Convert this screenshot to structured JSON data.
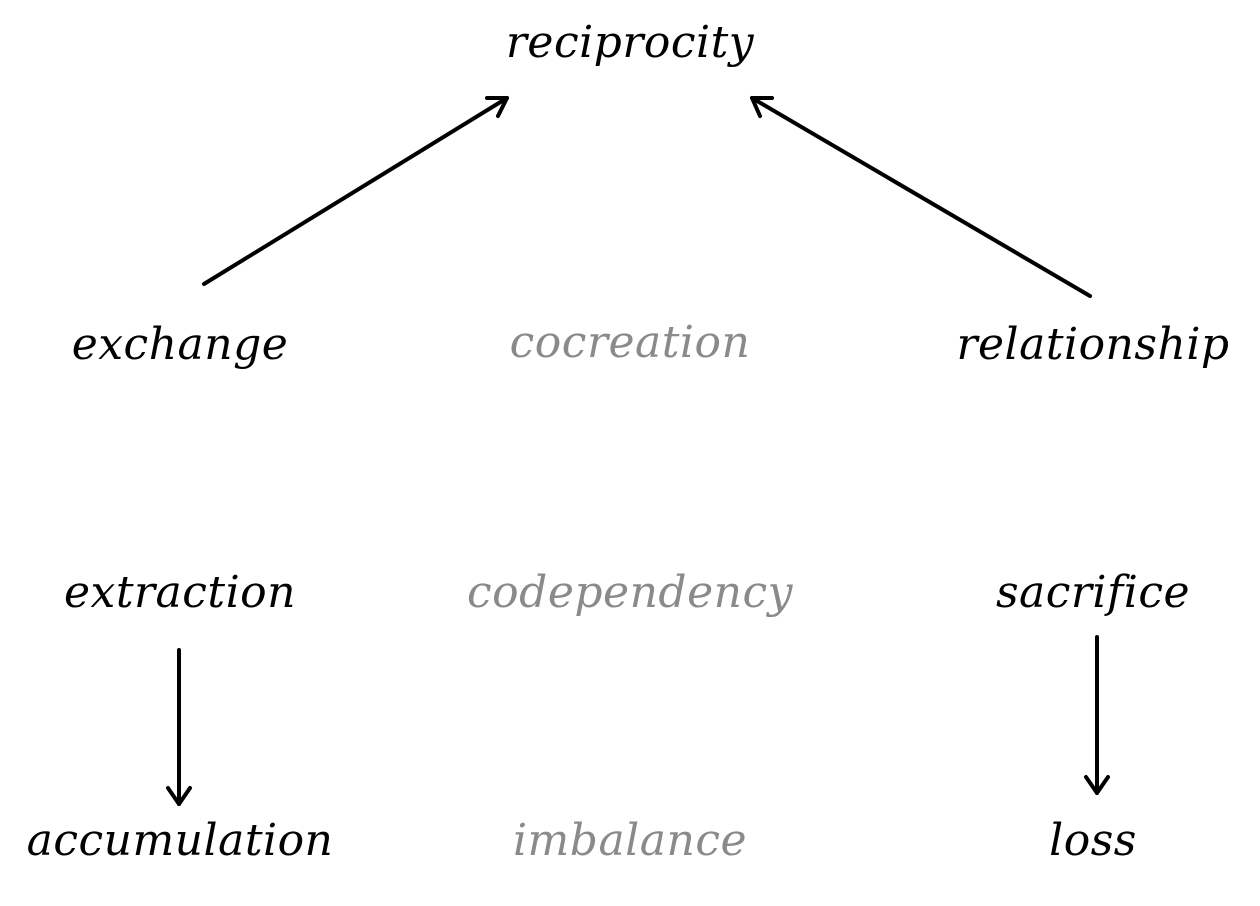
{
  "colors": {
    "primary_text": "#000000",
    "muted_text": "#8a8a8a",
    "arrow": "#000000",
    "background": "#ffffff"
  },
  "nodes": {
    "reciprocity": "reciprocity",
    "exchange": "exchange",
    "cocreation": "cocreation",
    "relationship": "relationship",
    "extraction": "extraction",
    "codependency": "codependency",
    "sacrifice": "sacrifice",
    "accumulation": "accumulation",
    "imbalance": "imbalance",
    "loss": "loss"
  },
  "edges": [
    {
      "from": "exchange",
      "to": "reciprocity"
    },
    {
      "from": "relationship",
      "to": "reciprocity"
    },
    {
      "from": "extraction",
      "to": "accumulation"
    },
    {
      "from": "sacrifice",
      "to": "loss"
    }
  ]
}
